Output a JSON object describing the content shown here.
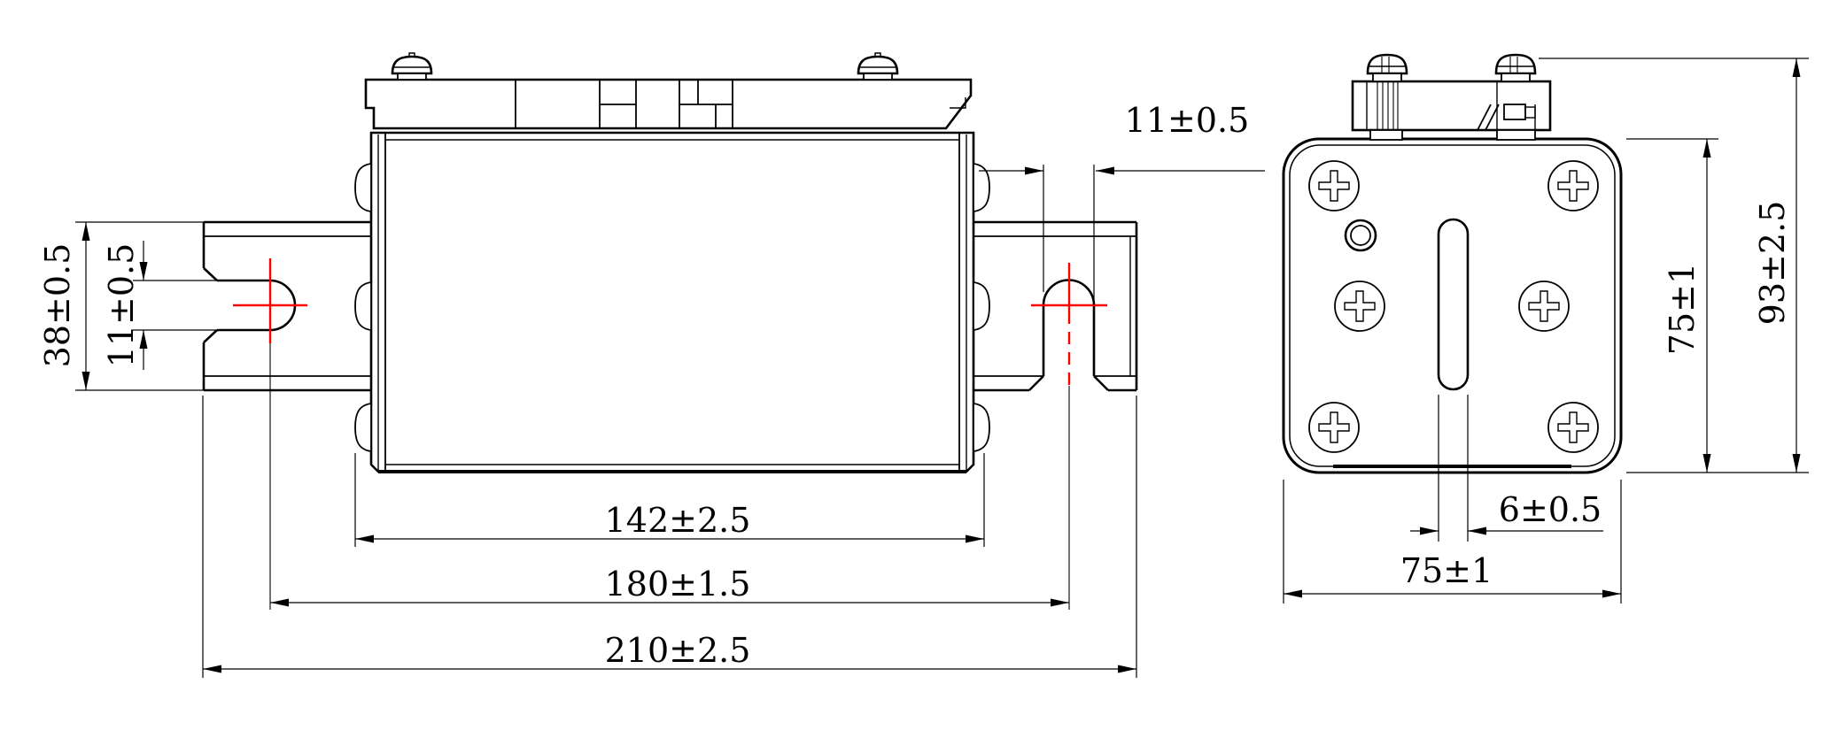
{
  "drawing": {
    "type": "engineering-drawing",
    "subject": "fuse with mounting brackets, two orthographic views",
    "colors": {
      "background": "#ffffff",
      "lines": "#000000",
      "centerline": "#ff0000"
    },
    "front_view": {
      "dims": {
        "tab_height": "38±0.5",
        "slot_height": "11±0.5",
        "slot_width_top": "11±0.5",
        "blade_span": "142±2.5",
        "slot_center_span": "180±1.5",
        "overall_length": "210±2.5"
      }
    },
    "end_view": {
      "dims": {
        "slot_width": "6±0.5",
        "body_width": "75±1",
        "body_height": "75±1",
        "overall_height": "93±2.5"
      }
    }
  }
}
